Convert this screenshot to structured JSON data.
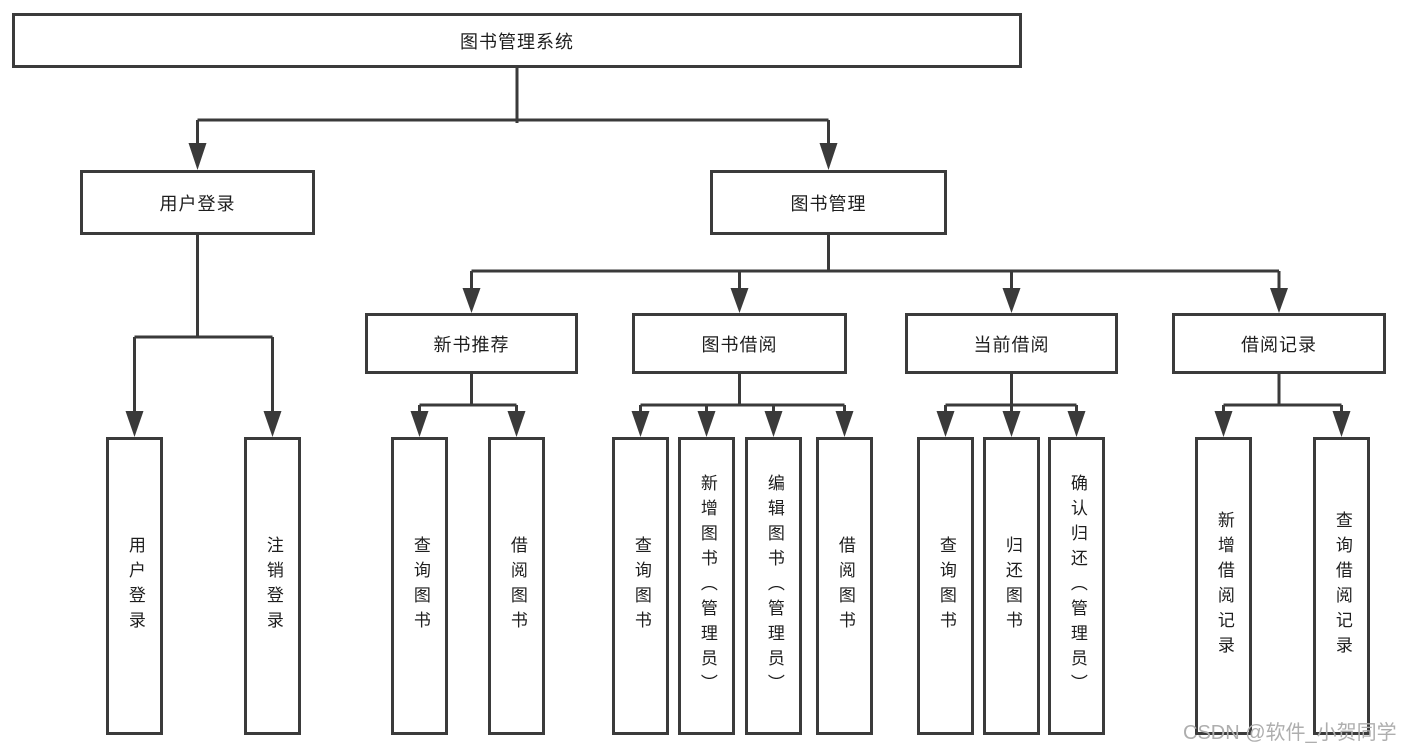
{
  "diagram": {
    "root": {
      "label": "图书管理系统"
    },
    "children": [
      {
        "label": "用户登录",
        "children": [
          {
            "label": "用户登录"
          },
          {
            "label": "注销登录"
          }
        ]
      },
      {
        "label": "图书管理",
        "children": [
          {
            "label": "新书推荐",
            "children": [
              {
                "label": "查询图书"
              },
              {
                "label": "借阅图书"
              }
            ]
          },
          {
            "label": "图书借阅",
            "children": [
              {
                "label": "查询图书"
              },
              {
                "label": "新增图书（管理员）"
              },
              {
                "label": "编辑图书（管理员）"
              },
              {
                "label": "借阅图书"
              }
            ]
          },
          {
            "label": "当前借阅",
            "children": [
              {
                "label": "查询图书"
              },
              {
                "label": "归还图书"
              },
              {
                "label": "确认归还（管理员）"
              }
            ]
          },
          {
            "label": "借阅记录",
            "children": [
              {
                "label": "新增借阅记录"
              },
              {
                "label": "查询借阅记录"
              }
            ]
          }
        ]
      }
    ]
  },
  "watermark": {
    "text": "CSDN @软件_小贺同学"
  },
  "colors": {
    "line": "#3a3a3a",
    "box_border": "#3b3b3b",
    "text": "#1e1e1e",
    "watermark": "#aeaeae",
    "background": "#ffffff"
  }
}
